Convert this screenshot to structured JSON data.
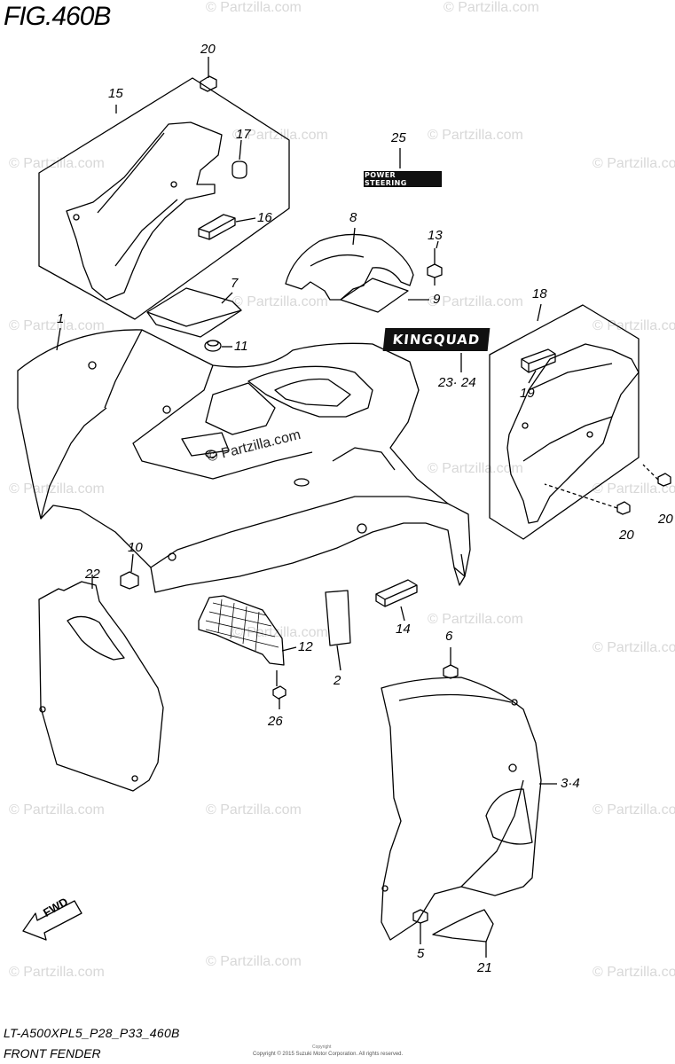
{
  "figure": {
    "title": "FIG.460B",
    "code": "LT-A500XPL5_P28_P33_460B",
    "name": "FRONT FENDER",
    "copyright": "Copyright © 2015 Suzuki Motor Corporation. All rights reserved.",
    "copyright_mark": "Copyright"
  },
  "callouts": {
    "c1": "1",
    "c2": "2",
    "c34": "3·4",
    "c5": "5",
    "c6": "6",
    "c7": "7",
    "c8": "8",
    "c9": "9",
    "c10": "10",
    "c11": "11",
    "c12": "12",
    "c13": "13",
    "c14": "14",
    "c15": "15",
    "c16": "16",
    "c17": "17",
    "c18": "18",
    "c19": "19",
    "c20a": "20",
    "c20b": "20",
    "c20c": "20",
    "c21": "21",
    "c22": "22",
    "c2324": "23· 24",
    "c25": "25",
    "c26": "26"
  },
  "badges": {
    "power_steering": "POWER STEERING",
    "kingquad": "KINGQUAD",
    "fwd": "FWD"
  },
  "watermarks": {
    "text": "© Partzilla.com",
    "center": "© Partzilla.com"
  }
}
